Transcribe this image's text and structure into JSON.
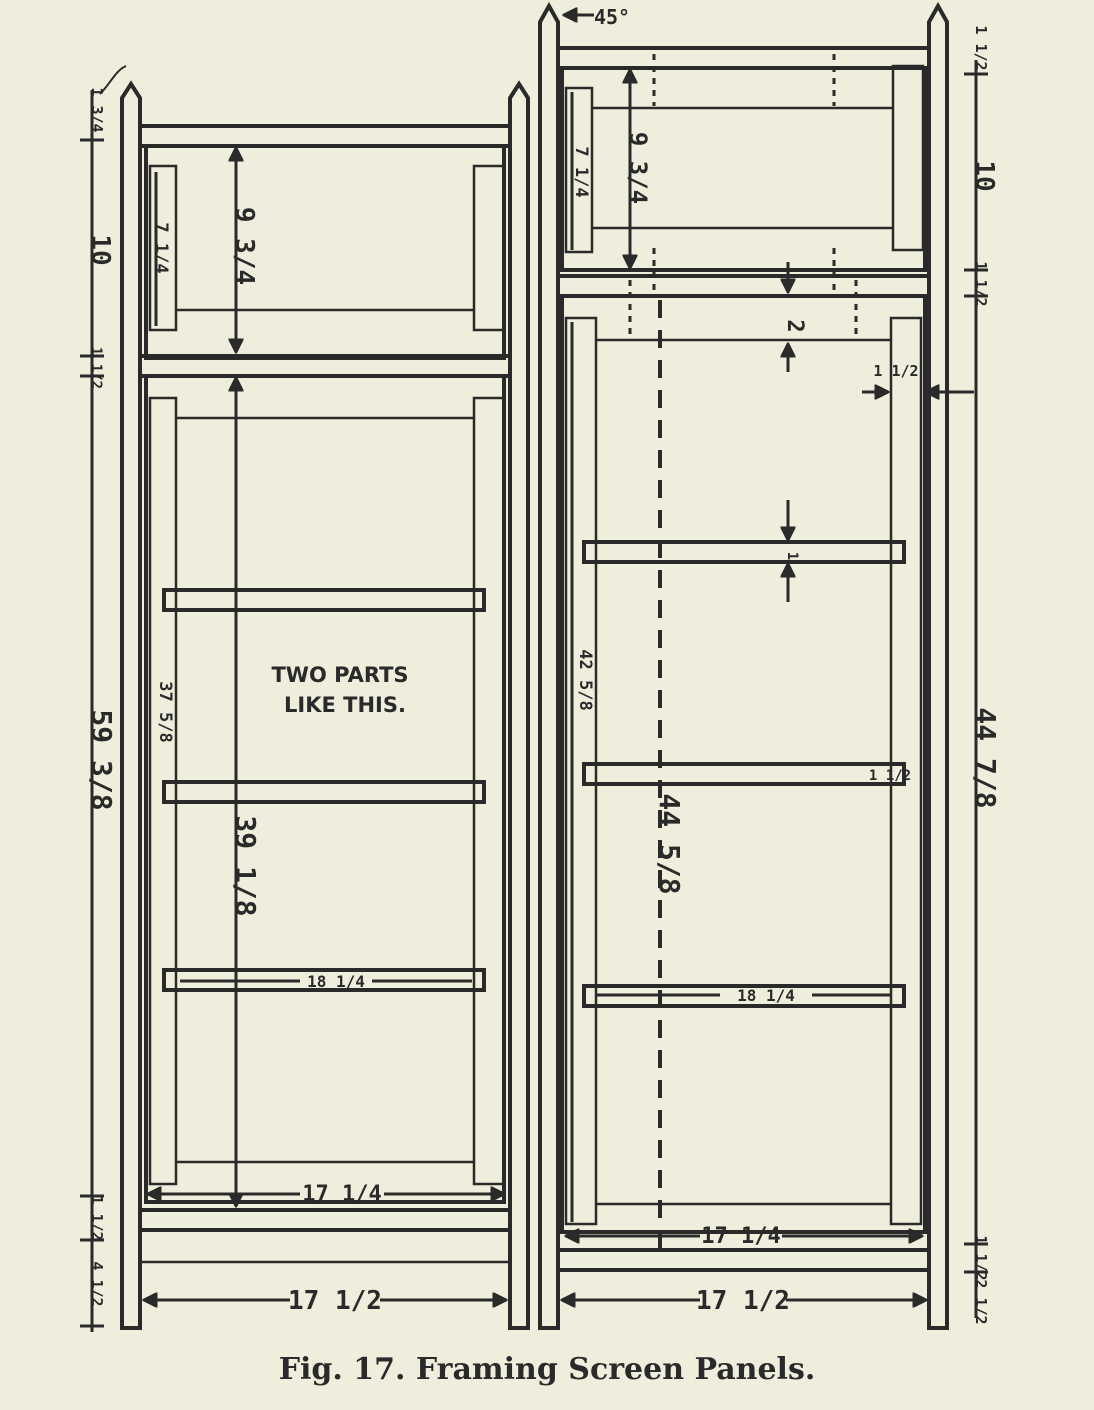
{
  "caption": "Fig. 17.   Framing Screen Panels.",
  "note": [
    "TWO PARTS",
    "LIKE THIS."
  ],
  "left_panel": {
    "overall_height": "59 3/8",
    "upper_section": "10",
    "top_allowance": "1 3/4",
    "upper_opening": "9 3/4",
    "upper_side_piece": "7 1/4",
    "middle_rail": "1 1/2",
    "lower_side_piece": "37 5/8",
    "lower_opening": "39 1/8",
    "bottom_rail": "1 1/2",
    "bottom_allowance": "4 1/2",
    "cross_rail": "18 1/4",
    "inside_width": "17 1/4",
    "outside_width": "17 1/2"
  },
  "right_panel": {
    "top_angle": "45°",
    "top_allowance": "1 1/2",
    "upper_section": "10",
    "upper_opening": "9 3/4",
    "upper_side_piece": "7 1/4",
    "middle_rail": "1 1/2",
    "rail_gap": "2",
    "post_width": "1 1/2",
    "rail_thickness": "1",
    "lower_side_piece": "42 5/8",
    "lower_opening": "44 5/8",
    "overall_lower": "44 7/8",
    "side_mark": "1 1/2",
    "cross_rail": "18 1/4",
    "inside_width": "17 1/4",
    "bottom_rail": "1 1/2",
    "bottom_allowance": "2 1/2",
    "outside_width": "17 1/2"
  },
  "colors": {
    "paper": "#efeedd",
    "ink": "#2a2a2a"
  }
}
